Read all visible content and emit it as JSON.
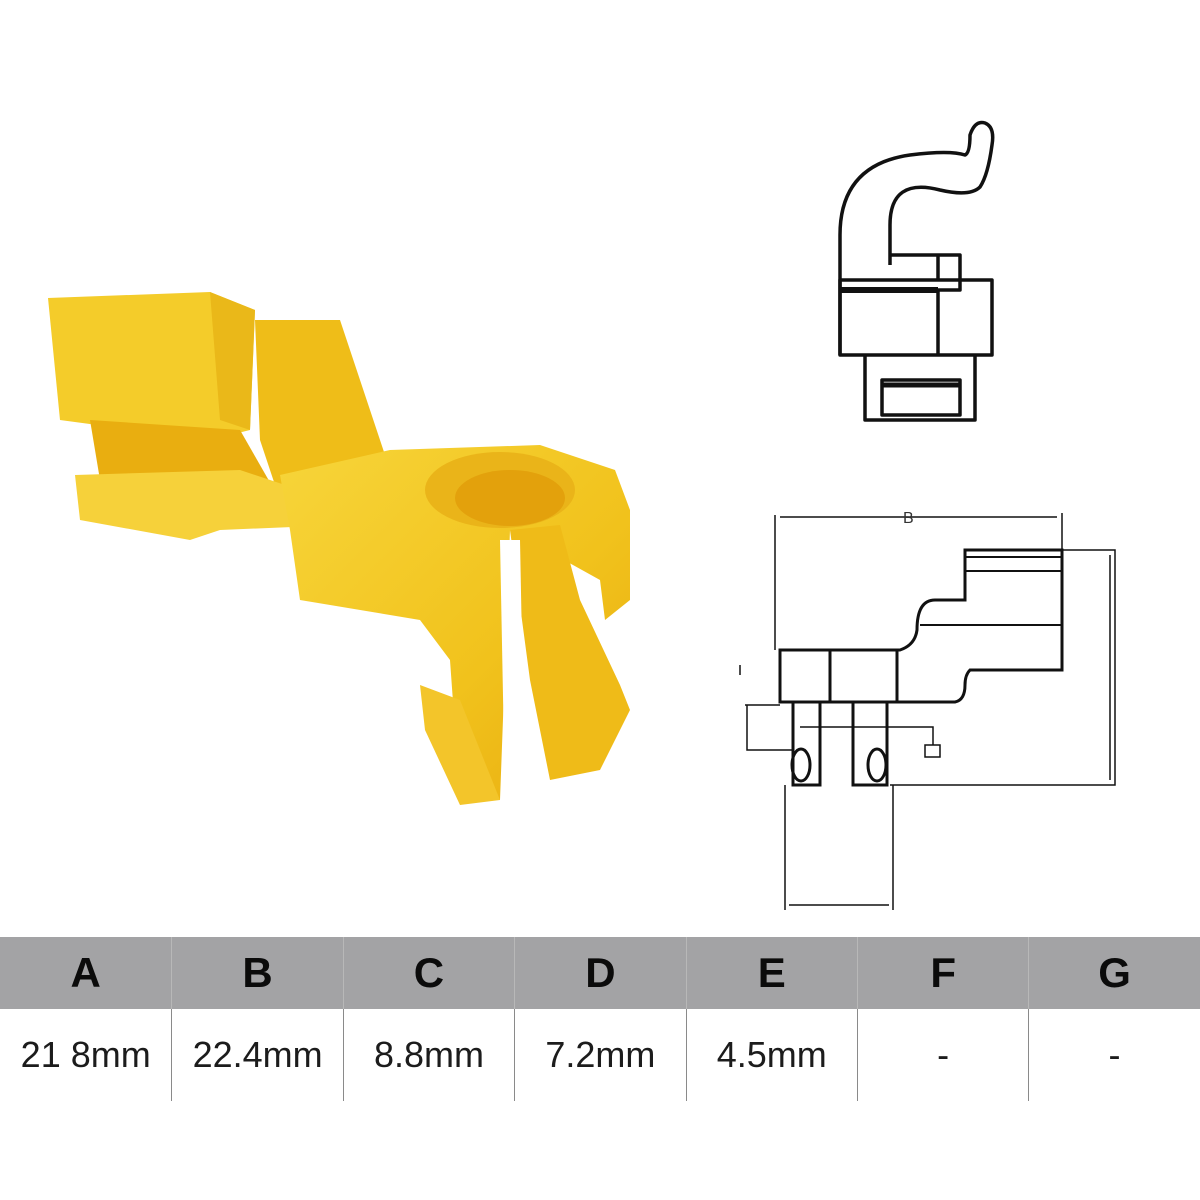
{
  "product": {
    "photo_label": "yellow-plastic-clip",
    "colors": {
      "part_yellow": "#f3c51f",
      "part_shadow": "#e2a50f",
      "table_header_bg": "#a3a3a5",
      "drawing_line": "#111111"
    }
  },
  "drawings": {
    "side_view_dimension_label": "B"
  },
  "spec_table": {
    "headers": [
      "A",
      "B",
      "C",
      "D",
      "E",
      "F",
      "G"
    ],
    "values": [
      "21 8mm",
      "22.4mm",
      "8.8mm",
      "7.2mm",
      "4.5mm",
      "-",
      "-"
    ]
  }
}
